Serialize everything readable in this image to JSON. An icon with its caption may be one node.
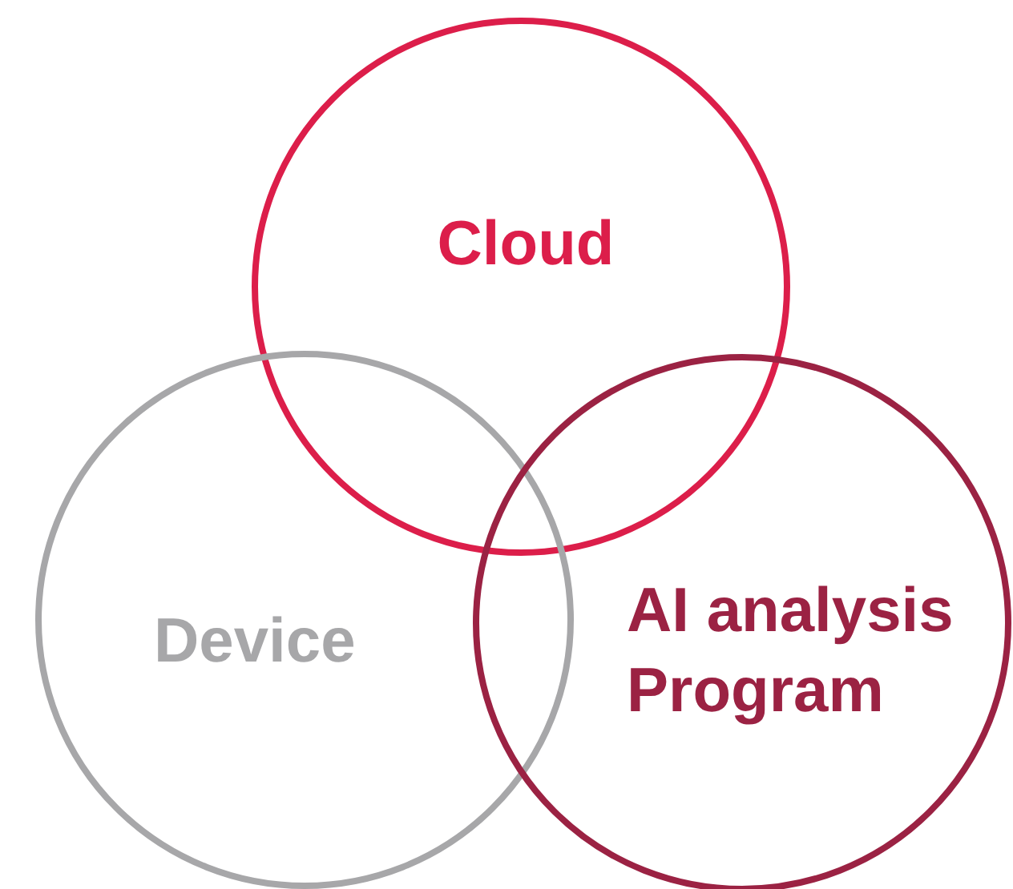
{
  "diagram": {
    "nodes": [
      {
        "text": [
          "Cloud"
        ]
      },
      {
        "text": [
          "Device"
        ]
      },
      {
        "text": [
          "AI analysis Program"
        ]
      }
    ]
  }
}
